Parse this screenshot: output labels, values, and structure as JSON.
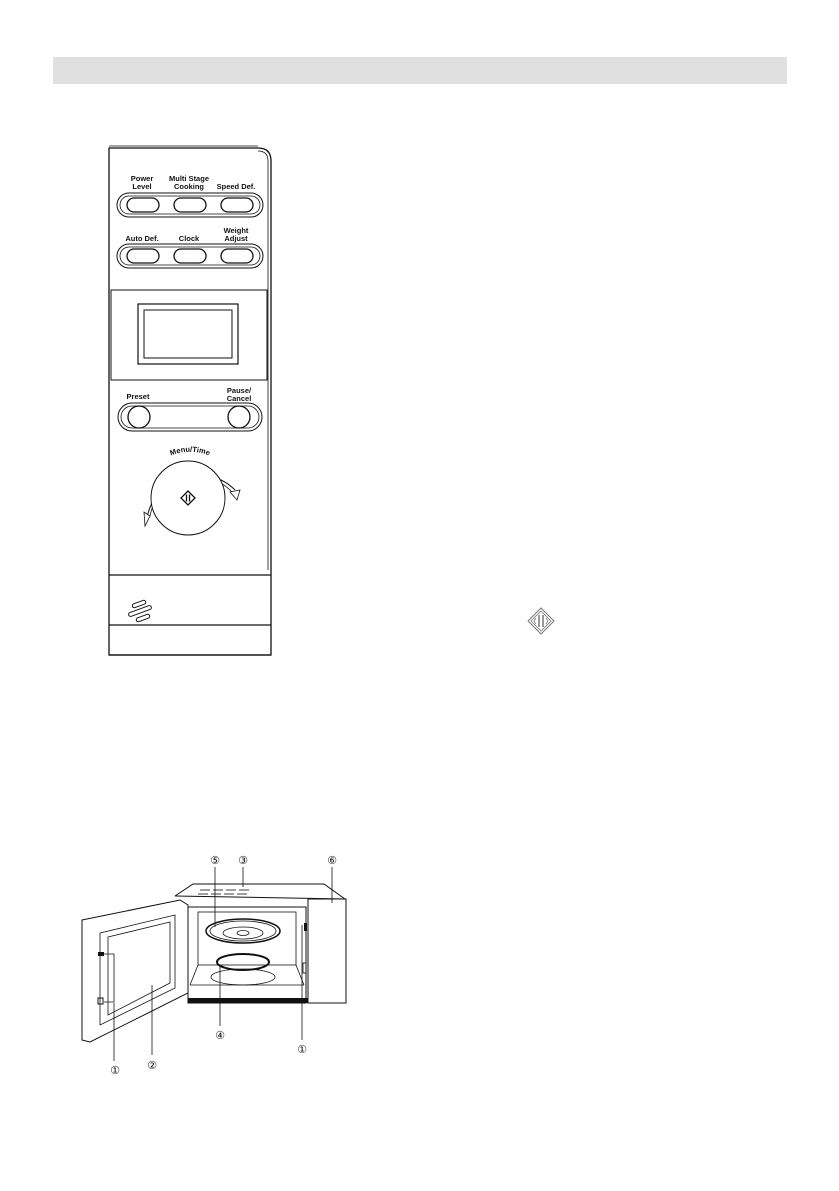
{
  "page": {
    "header_bar": {
      "color": "#e0e0e0",
      "text": ""
    }
  },
  "control_panel": {
    "row1": [
      {
        "label_line1": "Power",
        "label_line2": "Level"
      },
      {
        "label_line1": "Multi Stage",
        "label_line2": "Cooking"
      },
      {
        "label_line1": "",
        "label_line2": "Speed Def."
      }
    ],
    "row2": [
      {
        "label_line1": "",
        "label_line2": "Auto Def."
      },
      {
        "label_line1": "",
        "label_line2": "Clock"
      },
      {
        "label_line1": "Weight",
        "label_line2": "Adjust"
      }
    ],
    "display": {
      "value": ""
    },
    "preset_label": "Preset",
    "pause_cancel_line1": "Pause/",
    "pause_cancel_line2": "Cancel",
    "dial_label": "Menu/Time",
    "dial_center_icon": "start-icon"
  },
  "inline_icon": {
    "name": "start-icon"
  },
  "oven_diagram": {
    "callouts": [
      {
        "id": "5",
        "glyph": "⑤"
      },
      {
        "id": "3",
        "glyph": "③"
      },
      {
        "id": "6",
        "glyph": "⑥"
      },
      {
        "id": "4",
        "glyph": "④"
      },
      {
        "id": "1a",
        "glyph": "①"
      },
      {
        "id": "2",
        "glyph": "②"
      },
      {
        "id": "1b",
        "glyph": "①"
      }
    ]
  }
}
